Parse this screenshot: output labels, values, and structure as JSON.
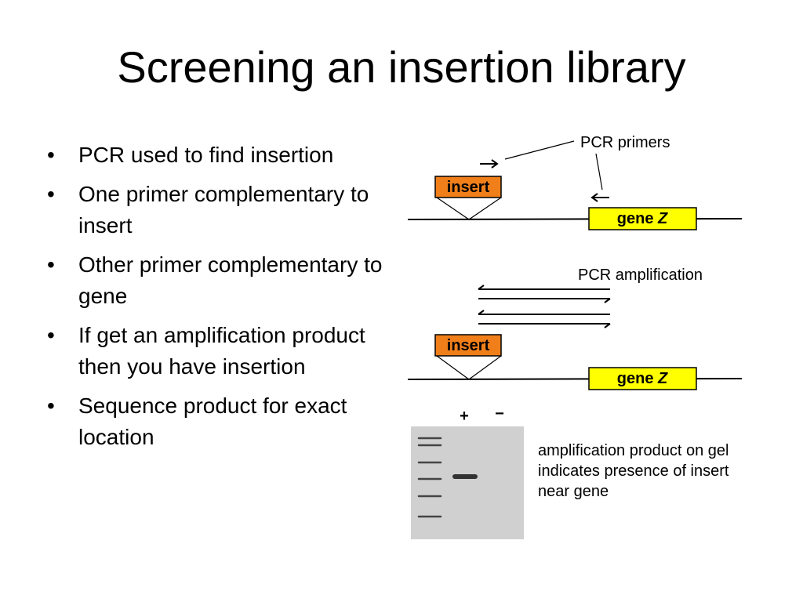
{
  "slide": {
    "title": "Screening an insertion library",
    "bullets": [
      "PCR used to find insertion",
      "One primer complementary to insert",
      "Other primer complementary to gene",
      "If get an amplification product then you have insertion",
      "Sequence product for exact location"
    ]
  },
  "diagram": {
    "primers_label": "PCR primers",
    "amplification_label": "PCR amplification",
    "insert_label": "insert",
    "gene_label": "gene",
    "gene_name": "Z",
    "gel_plus": "+",
    "gel_minus": "−",
    "caption": "amplification product on gel indicates presence of insert near gene",
    "colors": {
      "insert_fill": "#f07f1a",
      "gene_fill": "#ffff00",
      "gel_bg": "#d0d0d0",
      "band": "#333333"
    }
  }
}
